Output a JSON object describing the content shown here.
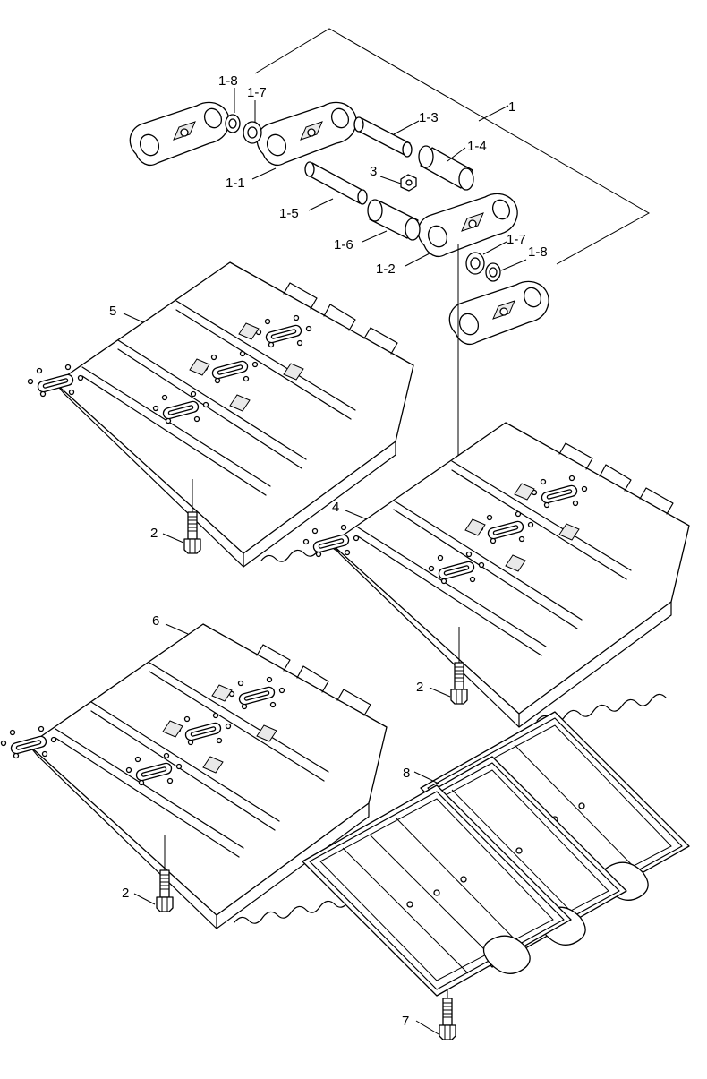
{
  "callouts": {
    "c1": "1",
    "c1_1": "1-1",
    "c1_2": "1-2",
    "c1_3": "1-3",
    "c1_4": "1-4",
    "c1_5": "1-5",
    "c1_6": "1-6",
    "c1_7a": "1-7",
    "c1_7b": "1-7",
    "c1_8a": "1-8",
    "c1_8b": "1-8",
    "c2a": "2",
    "c2b": "2",
    "c2c": "2",
    "c3": "3",
    "c4": "4",
    "c5": "5",
    "c6": "6",
    "c7": "7",
    "c8": "8"
  }
}
